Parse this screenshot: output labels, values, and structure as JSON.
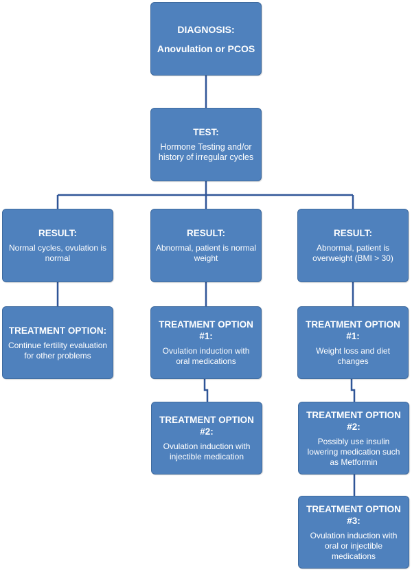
{
  "colors": {
    "box_fill": "#4f81bd",
    "box_border": "#3e6a9e",
    "connector": "#2f5597",
    "text": "#ffffff"
  },
  "diagnosis": {
    "title": "DIAGNOSIS:",
    "text": "Anovulation or PCOS"
  },
  "test": {
    "title": "TEST:",
    "text": "Hormone Testing and/or history of irregular cycles"
  },
  "results": [
    {
      "title": "RESULT:",
      "text": "Normal cycles, ovulation is normal"
    },
    {
      "title": "RESULT:",
      "text": "Abnormal, patient is normal weight"
    },
    {
      "title": "RESULT:",
      "text": "Abnormal, patient is overweight (BMI > 30)"
    }
  ],
  "treatments": {
    "left": [
      {
        "title": "TREATMENT OPTION:",
        "text": "Continue fertility evaluation for other problems"
      }
    ],
    "middle": [
      {
        "title": "TREATMENT OPTION #1:",
        "text": "Ovulation induction  with oral medications"
      },
      {
        "title": "TREATMENT OPTION #2:",
        "text": "Ovulation induction with injectible medication"
      }
    ],
    "right": [
      {
        "title": "TREATMENT OPTION #1:",
        "text": "Weight loss and diet changes"
      },
      {
        "title": "TREATMENT OPTION #2:",
        "text": "Possibly use insulin lowering medication such as Metformin"
      },
      {
        "title": "TREATMENT OPTION #3:",
        "text": "Ovulation induction with oral or injectible medications"
      }
    ]
  }
}
